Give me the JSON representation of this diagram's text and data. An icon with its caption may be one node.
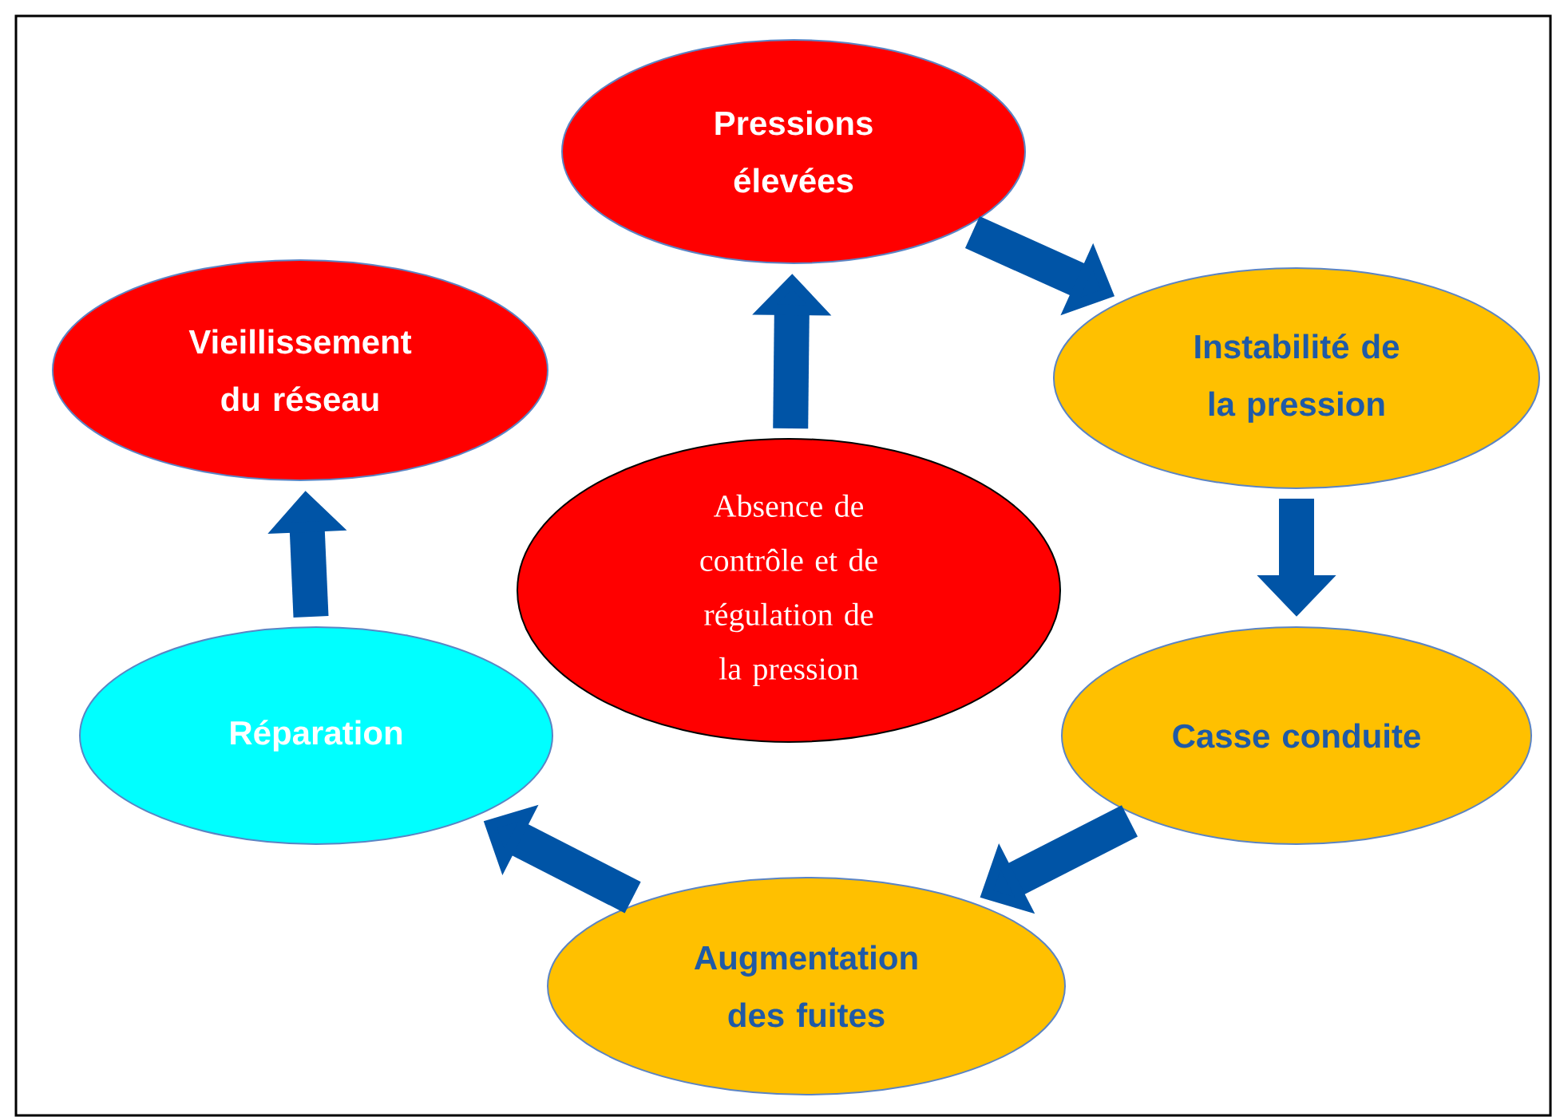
{
  "diagram": {
    "nodes": [
      {
        "text": [
          "Pressions élevées"
        ]
      },
      {
        "text": [
          "Vieillissement du réseau"
        ]
      },
      {
        "text": [
          "Instabilité de la pression"
        ]
      },
      {
        "text": [
          "Absence de contrôle et de régulation de la pression"
        ]
      },
      {
        "text": [
          "Réparation"
        ]
      },
      {
        "text": [
          "Casse conduite"
        ]
      },
      {
        "text": [
          "Augmentation des fuites"
        ]
      }
    ],
    "edges": [
      {
        "from": 3,
        "to": 0,
        "arrow": "to"
      },
      {
        "from": 0,
        "to": 2,
        "arrow": "to"
      },
      {
        "from": 2,
        "to": 5,
        "arrow": "to"
      },
      {
        "from": 5,
        "to": 6,
        "arrow": "to"
      },
      {
        "from": 6,
        "to": 4,
        "arrow": "to"
      },
      {
        "from": 4,
        "to": 1,
        "arrow": "to"
      }
    ]
  }
}
